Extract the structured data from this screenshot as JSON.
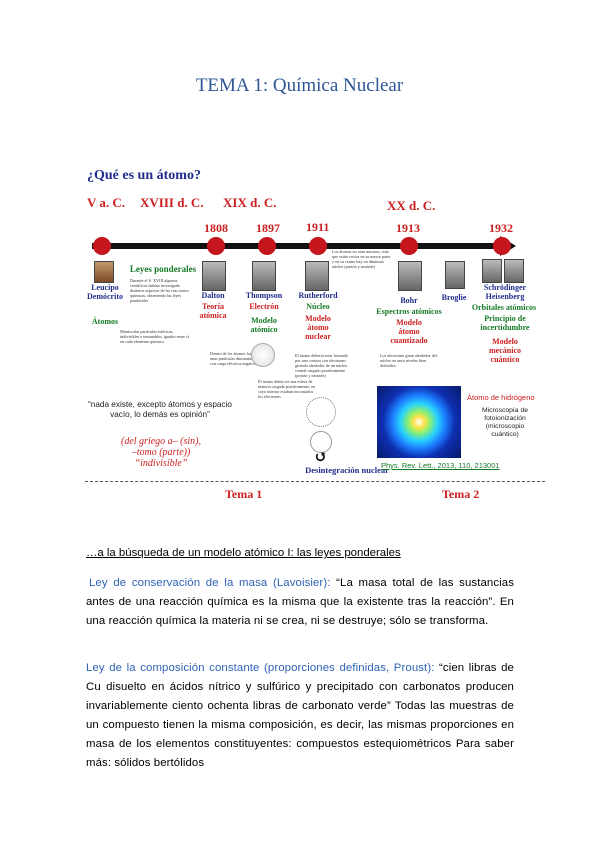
{
  "page_title": "TEMA 1: Química Nuclear",
  "figure": {
    "question": "¿Qué es un átomo?",
    "eras": [
      "V a. C.",
      "XVIII d. C.",
      "XIX d. C.",
      "XX d. C."
    ],
    "years": [
      "1808",
      "1897",
      "1911",
      "1913",
      "1932"
    ],
    "leucipo": "Leucipo\nDemócrito",
    "atomos": "Átomos",
    "leyes_ponderales": "Leyes ponderales",
    "leyes_text": "Durante el S. XVIII algunos científicos habían investigado distintos aspectos de las reacciones químicas, obteniendo las leyes ponderales",
    "dalton": "Dalton",
    "dalton_model": "Teoría\natómica",
    "dalton_text": "Minúsculas partículas esféricas, indivisibles e inmutables, iguales entre sí en cada elemento químico",
    "thompson": "Thompson",
    "electron": "Electrón",
    "thompson_model": "Modelo\natómico",
    "thompson_text1": "Dentro de los átomos hay unas partículas diminutas, con carga eléctrica negativa",
    "thompson_text2": "El átomo debía ser una esfera de materia cargada positivamente, en cuyo interior estaban incrustados los electrones",
    "rutherford": "Rutherford",
    "nucleo": "Núcleo",
    "rutherford_model": "Modelo\nátomo\nnuclear",
    "rutherford_text1": "Los átomos no eran macizos, sino que están vacíos en su mayor parte y en su centro hay un diminuto núcleo (protón y neutrón)",
    "rutherford_text2": "El átomo debería estar formado por una corteza con electrones girando alrededor de un núcleo central cargado positivamente (protón y neutrón)",
    "bohr": "Bohr",
    "espectros": "Espectros atómicos",
    "bohr_model": "Modelo\nátomo\ncuantizado",
    "bohr_text": "Los electrones giran alrededor del núcleo en unos niveles bien definidos.",
    "broglie": "Broglie",
    "schrodinger": "Schrödinger\nHeisenberg",
    "orbitales": "Orbitales atómicos",
    "incertidumbre": "Principio de\nincertidumbre",
    "mecanico_model": "Modelo\nmecánico\ncuántico",
    "democrito_quote": "“nada existe, excepto átomos y espacio vacío, lo demás es opinión”",
    "greek": "(del griego a– (sin),\n–tomo (parte))\n“indivisible”",
    "desintegracion": "Desintegración nuclear",
    "hidrogeno": "Átomo de hidrógeno",
    "microscopia": "Microscopía de\nfotoionización\n(microscopio\ncuántico)",
    "reference": "Phys. Rev. Lett., 2013, 110, 213001",
    "tema1": "Tema 1",
    "tema2": "Tema 2"
  },
  "section_heading": "…a la búsqueda de un modelo atómico I: las leyes ponderales",
  "law1": {
    "name": "Ley de conservación de la masa (Lavoisier):",
    "text": " “La masa total de las sustancias antes de una reacción química es la misma que la existente tras la reacción”. En una reacción química la materia ni se crea, ni se destruye; sólo se transforma."
  },
  "law2": {
    "name": "Ley de la composición constante (proporciones definidas, Proust):",
    "text": " “cien libras de Cu disuelto en ácidos nítrico y sulfúrico y precipitado con carbonatos producen invariablemente ciento ochenta libras de carbonato verde” Todas las muestras de un compuesto tienen la misma composición, es decir, las mismas proporciones en masa de los elementos constituyentes: compuestos estequiométricos Para saber más: sólidos bertólidos"
  },
  "colors": {
    "title_blue": "#2e5595",
    "law_blue": "#2e63b5",
    "timeline_red": "#c4161c",
    "green": "#157a25",
    "navy": "#1f2d8c"
  }
}
